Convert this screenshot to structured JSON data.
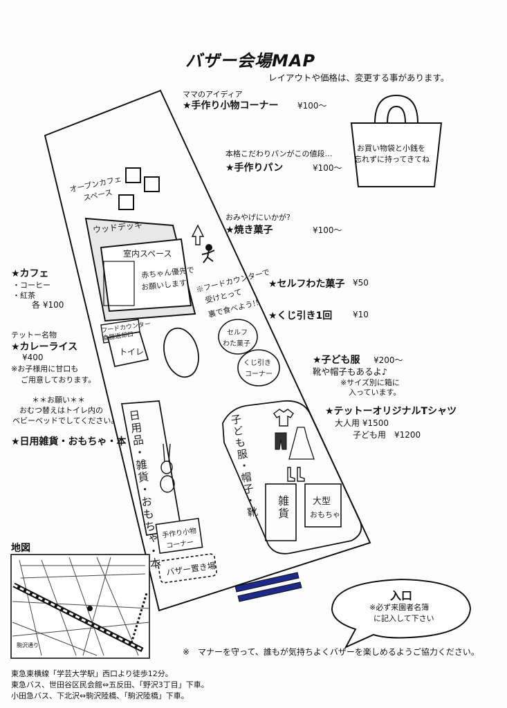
{
  "header": {
    "title": "バザー会場MAP",
    "notice": "レイアウトや価格は、変更する事があります。"
  },
  "right_items": [
    {
      "sub": "ママのアイディア",
      "name": "★手作り小物コーナー",
      "price": "¥100〜"
    },
    {
      "sub": "本格こだわりパンがこの値段…",
      "name": "★手作りパン",
      "price": "¥100〜"
    },
    {
      "sub": "おみやげにいかが?",
      "name": "★焼き菓子",
      "price": "¥100〜"
    },
    {
      "sub": "",
      "name": "★セルフわた菓子",
      "price": "¥50"
    },
    {
      "sub": "",
      "name": "★くじ引き1回",
      "price": "¥10"
    }
  ],
  "bag_note": {
    "line1": "お買い物袋と小銭を",
    "line2": "忘れずに持ってきてね"
  },
  "kids": {
    "name": "★子ども服",
    "price": "¥200〜",
    "sub": "靴や帽子もあるよ♪",
    "note1": "※サイズ別に箱に",
    "note2": "入っています。"
  },
  "tshirt": {
    "name": "★テットーオリジナルTシャツ",
    "adult": "大人用 ¥1500",
    "child": "子ども用　¥1200"
  },
  "left_items": {
    "cafe": "★カフェ",
    "coffee": "・コーヒー",
    "tea": "・紅茶",
    "each": "各 ¥100",
    "curry_sub": "テットー名物",
    "curry": "★カレーライス",
    "curry_price": "¥400",
    "curry_note1": "※お子様用に甘口も",
    "curry_note2": "ご用意しております。",
    "request": "＊＊お願い＊＊",
    "request1": "おむつ替えはトイレ内の",
    "request2": "ベビーベッドでしてください。",
    "daily": "★日用雑貨・おもちゃ・本"
  },
  "map_labels": {
    "open_cafe1": "オープンカフェ",
    "open_cafe2": "スペース",
    "wood_deck": "ウッドデッキ",
    "indoor": "室内スペース",
    "baby1": "赤ちゃん優先で",
    "baby2": "お願いします",
    "food_counter1": "フードカウンター",
    "food_counter2": "食器返却口",
    "toilet": "トイレ",
    "food_note1": "※フードカウンターで",
    "food_note2": "受けとって",
    "food_note3": "裏で食べよう!!",
    "wata1": "セルフ",
    "wata2": "わた菓子",
    "kuji1": "くじ引き",
    "kuji2": "コーナー",
    "daily_v": "日用品・雑貨・おもちゃ・本",
    "handmade1": "手作り小物",
    "handmade2": "コーナー",
    "storage": "バザー置き場",
    "kids_v": "子ども服・帽子・靴",
    "zakka_v": "雑貨",
    "big1": "大型",
    "big2": "おもちゃ"
  },
  "entrance": {
    "title": "入口",
    "line1": "※必ず来園者名簿",
    "line2": "に記入して下さい"
  },
  "footer_note": "※　マナーを守って、誰もが気持ちよくバザーを楽しめるようご協力ください。",
  "access": {
    "map_title": "地図",
    "line1": "東急東横線「学芸大学駅」西口より徒歩12分。",
    "line2": "東急バス、世田谷区民会館⇔五反田、「野沢3丁目」下車。",
    "line3": "小田急バス、下北沢⇔駒沢陸橋、「駒沢陸橋」下車。",
    "komazawa": "駒沢通り"
  }
}
